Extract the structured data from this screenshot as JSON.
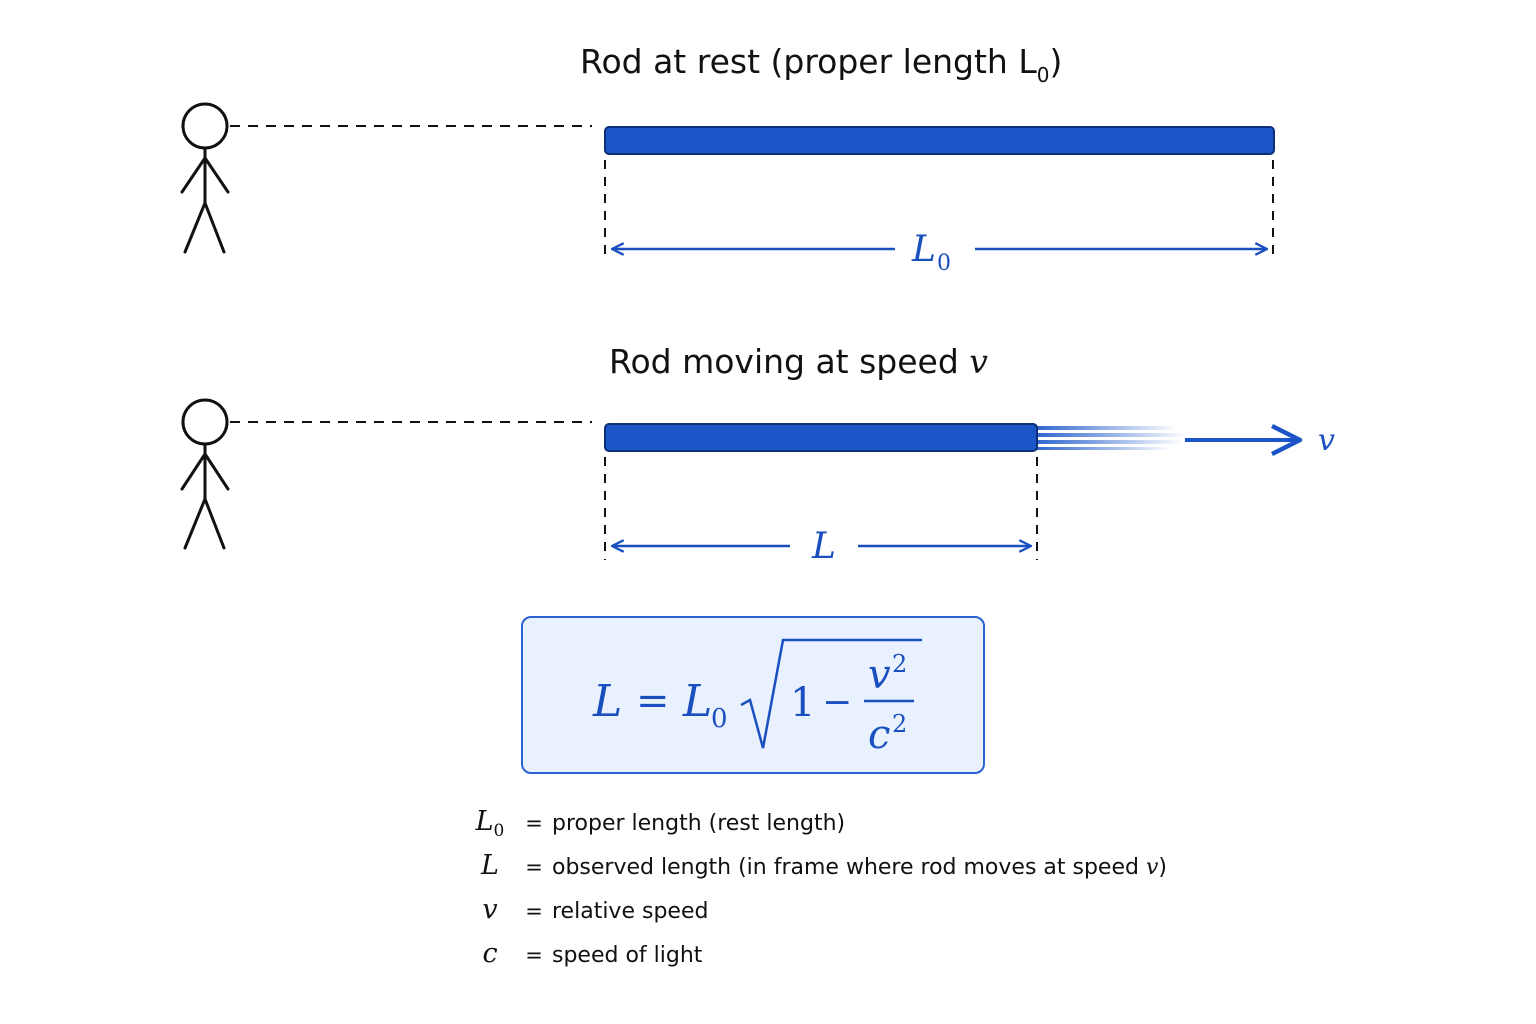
{
  "rest_section": {
    "title_prefix": "Rod at rest (proper length ",
    "title_symbol": "L",
    "title_subscript": "0",
    "title_suffix": ")",
    "dimension_label": "L",
    "dimension_subscript": "0"
  },
  "moving_section": {
    "title_prefix": "Rod moving at speed ",
    "title_symbol": "v",
    "dimension_label": "L",
    "velocity_label": "v"
  },
  "formula": {
    "lhs": "L",
    "equals": "=",
    "factor": "L",
    "factor_subscript": "0",
    "one": "1",
    "minus": "−",
    "numerator": "v",
    "numerator_exp": "2",
    "denominator": "c",
    "denominator_exp": "2"
  },
  "legend": [
    {
      "symbol": "L",
      "subscript": "0",
      "eq": "=",
      "text": "proper length (rest length)"
    },
    {
      "symbol": "L",
      "subscript": "",
      "eq": "=",
      "text": "observed length (in frame where rod moves at speed ",
      "text_symbol": "v",
      "text_suffix": ")"
    },
    {
      "symbol": "v",
      "subscript": "",
      "eq": "=",
      "text": "relative speed"
    },
    {
      "symbol": "c",
      "subscript": "",
      "eq": "=",
      "text": "speed of light"
    }
  ],
  "colors": {
    "rod": "#1a56c8",
    "rod_border": "#0d2f78",
    "dimension": "#1a4fbf",
    "box_border": "#2a63d4",
    "box_fill": "#e8f1fd"
  }
}
